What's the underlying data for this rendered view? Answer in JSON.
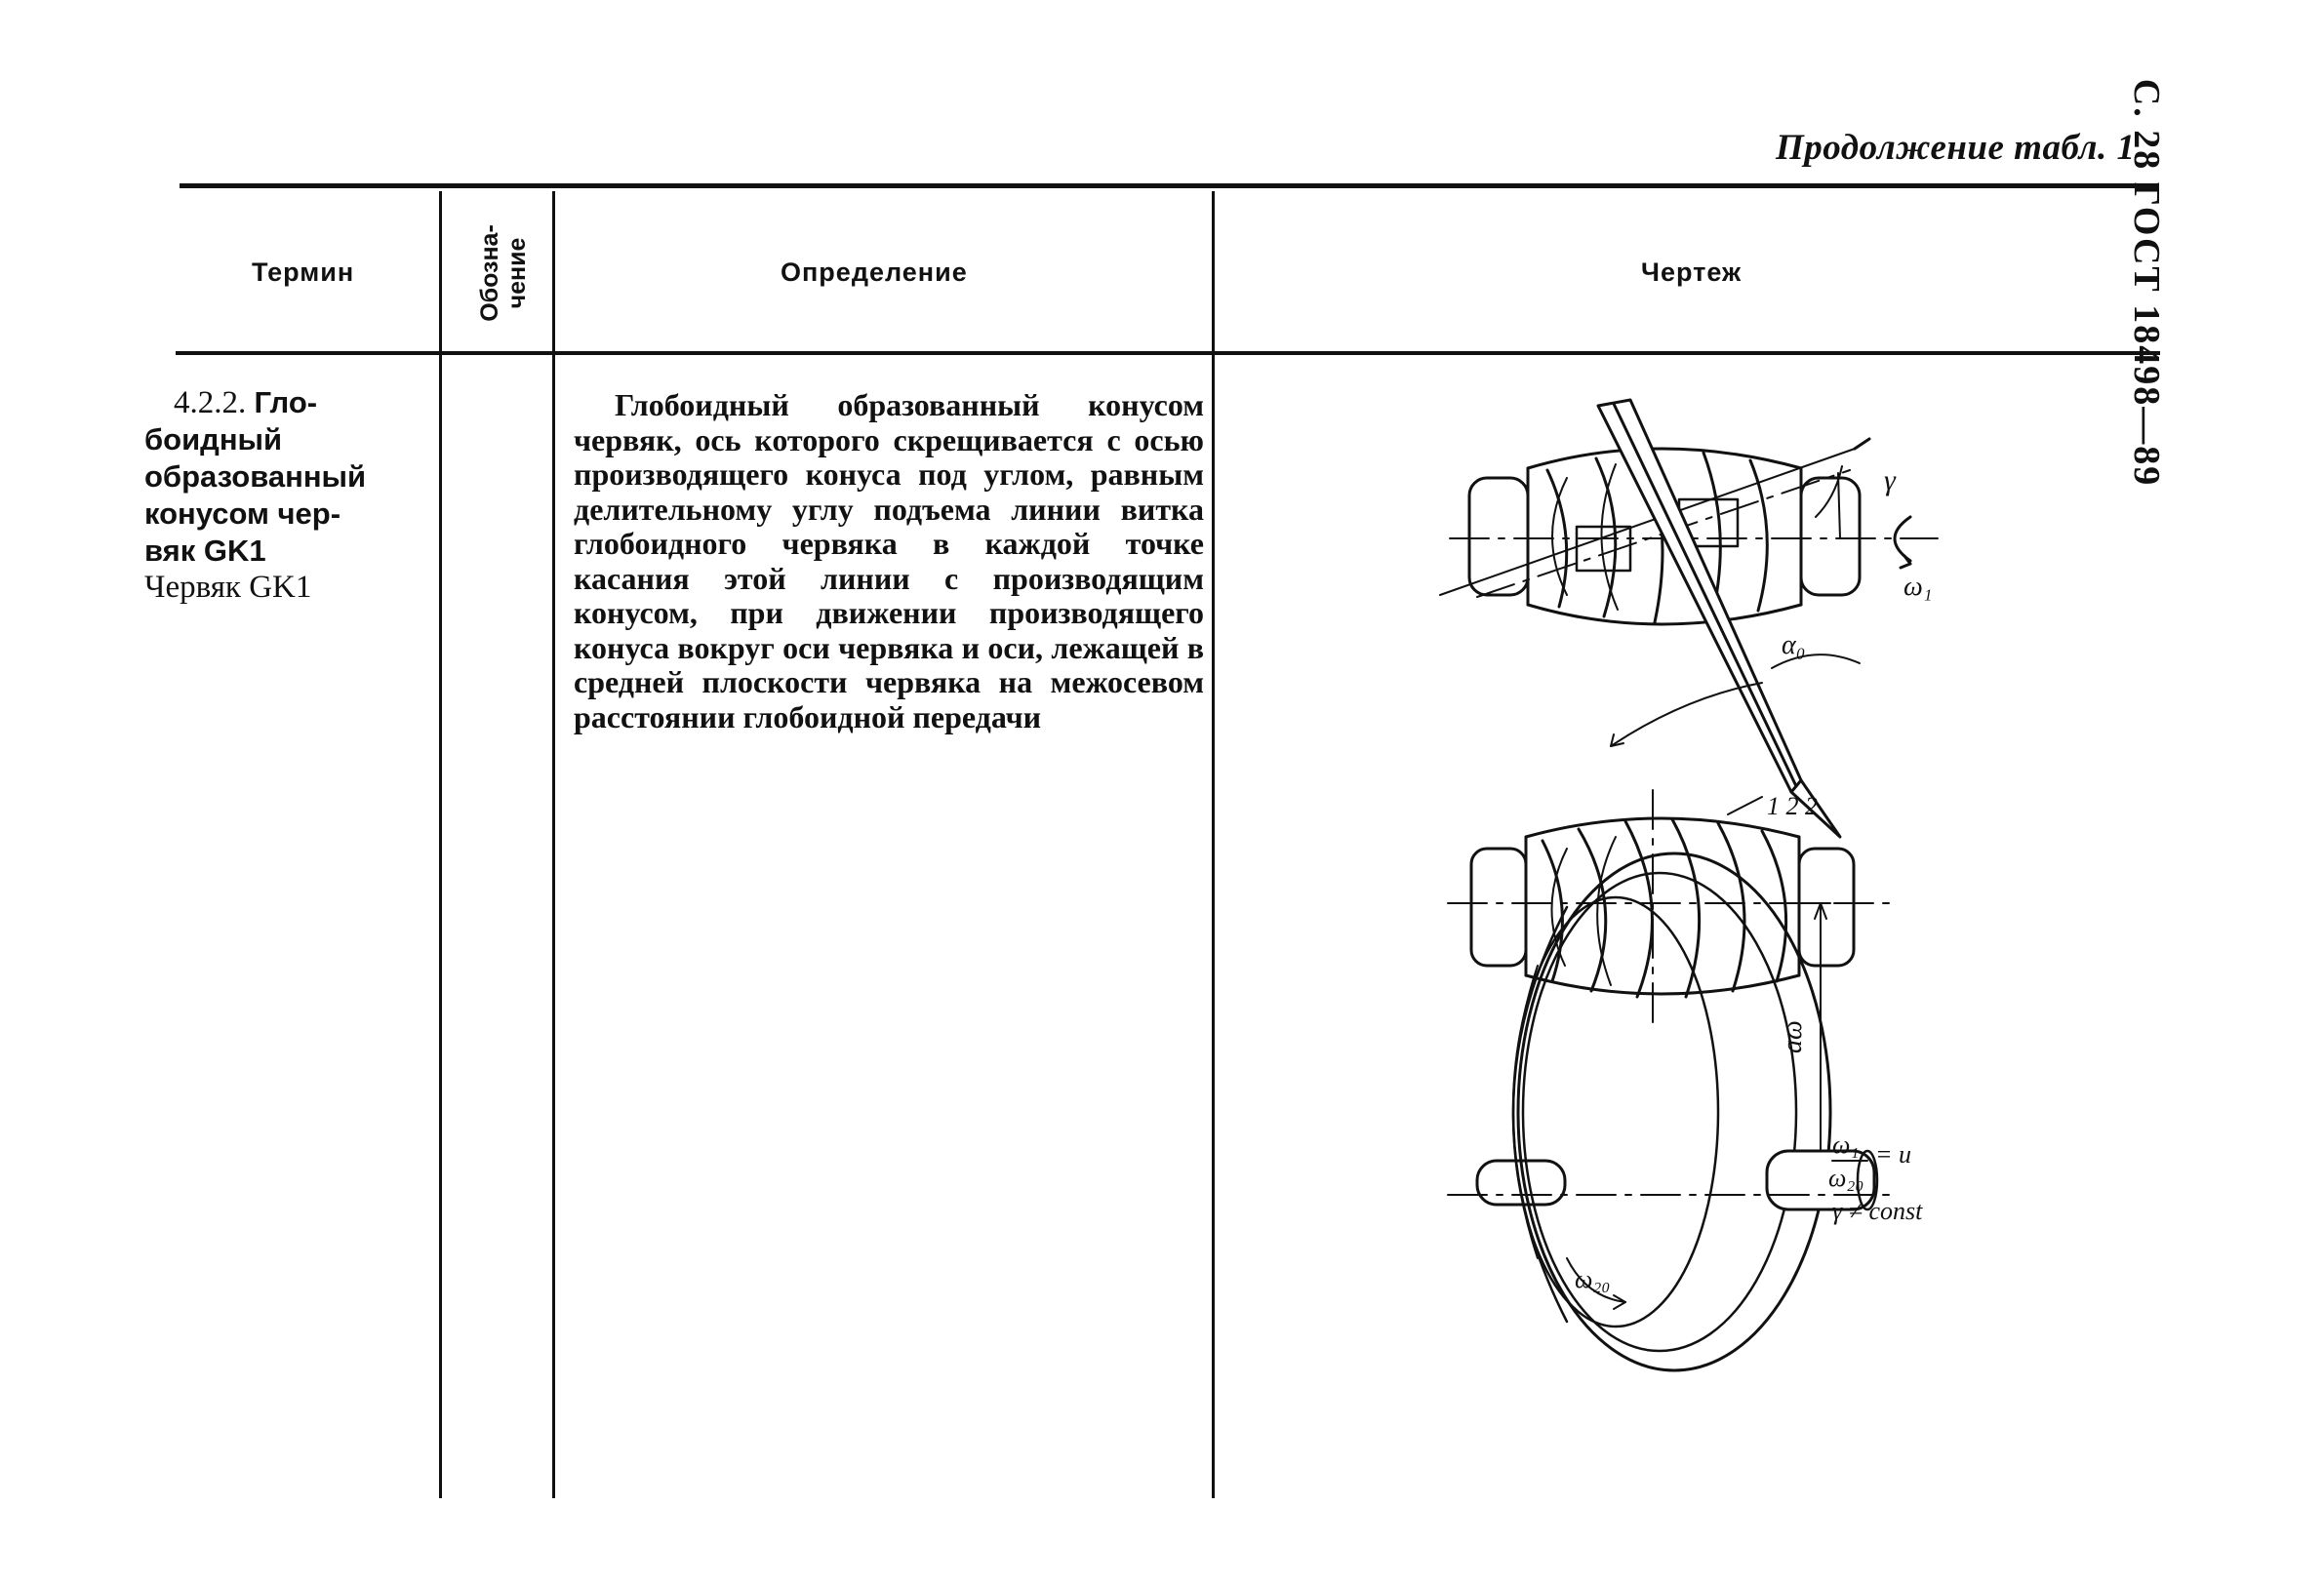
{
  "header": {
    "continuation": "Продолжение табл. 1",
    "page_ref": "С. 28 ГОСТ 18498—89"
  },
  "table": {
    "columns": {
      "term": "Термин",
      "designation_line1": "Обозна-",
      "designation_line2": "чение",
      "definition": "Определение",
      "drawing": "Чертеж"
    },
    "row": {
      "number": "4.2.2.",
      "term_bold_lines": [
        "Гло-",
        "боидный",
        "образованный",
        "конусом чер-",
        "вяк GK1"
      ],
      "term_short": "Червяк GK1",
      "definition": "Глобоидный образованный конусом червяк, ось которого скрещивается с осью производящего конуса под углом, равным делительному углу подъема линии витка глобоидного червяка в каждой точке касания этой линии с производящим конусом, при движении производящего конуса вокруг оси червяка и оси, лежащей в средней плоскости червяка на межосевом расстоянии глобоидной передачи"
    }
  },
  "figure": {
    "labels": {
      "gamma": "γ",
      "omega1": "ω₁",
      "alpha0": "α₀",
      "marks_122": "1 2 2",
      "aw": "aω",
      "ratio_num": "ω₁",
      "ratio_den": "ω₂₀",
      "ratio_eq": "= u",
      "gamma_const": "γ ≠ const",
      "omega20": "ω₂₀"
    }
  }
}
